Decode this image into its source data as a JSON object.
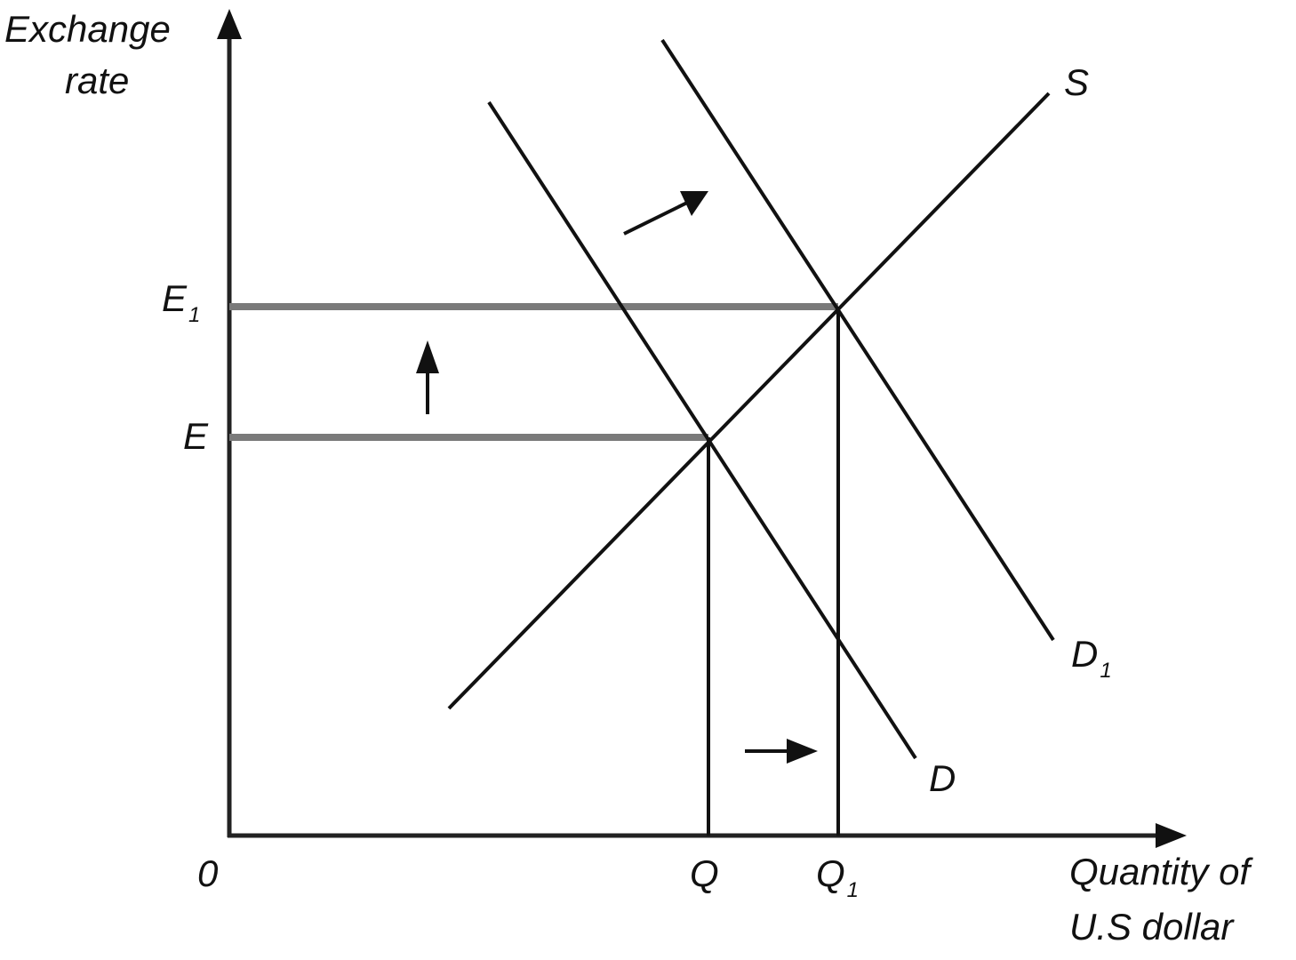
{
  "diagram": {
    "y_axis_label_line1": "Exchange",
    "y_axis_label_line2": "rate",
    "x_axis_label_line1": "Quantity of",
    "x_axis_label_line2": "U.S dollar",
    "origin_label": "0",
    "e_label": "E",
    "e1_label": "E",
    "e1_sub": "1",
    "q_label": "Q",
    "q1_label": "Q",
    "q1_sub": "1",
    "s_label": "S",
    "d_label": "D",
    "d1_label": "D",
    "d1_sub": "1",
    "colors": {
      "lines": "#111111",
      "guide_lines": "#7a7a7a",
      "background": "#ffffff"
    }
  },
  "chart_data": {
    "type": "line",
    "title": "",
    "xlabel": "Quantity of U.S dollar",
    "ylabel": "Exchange rate",
    "x_ticks": [
      "0",
      "Q",
      "Q1"
    ],
    "y_ticks": [
      "E",
      "E1"
    ],
    "grid": false,
    "series": [
      {
        "name": "S",
        "description": "upward-sloping supply curve",
        "points": [
          [
            505,
            797
          ],
          [
            1180,
            105
          ]
        ]
      },
      {
        "name": "D",
        "description": "original downward-sloping demand curve",
        "points": [
          [
            550,
            115
          ],
          [
            1030,
            853
          ]
        ]
      },
      {
        "name": "D1",
        "description": "demand curve shifted right",
        "points": [
          [
            745,
            45
          ],
          [
            1185,
            720
          ]
        ]
      }
    ],
    "equilibria": [
      {
        "label": "initial",
        "price": "E",
        "quantity": "Q"
      },
      {
        "label": "new",
        "price": "E1",
        "quantity": "Q1"
      }
    ],
    "annotations": [
      "Arrow indicating demand shift right (D to D1)",
      "Upward arrow indicating exchange rate rises from E to E1",
      "Rightward arrow indicating quantity rises from Q to Q1"
    ]
  }
}
